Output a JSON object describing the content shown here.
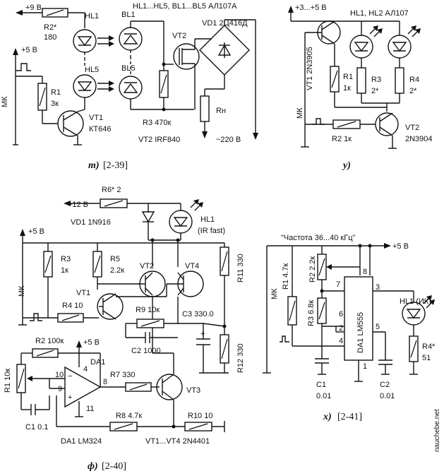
{
  "t": {
    "caption": "т)",
    "ref": "[2-39]",
    "vplus9": "+9 В",
    "vplus5": "+5 В",
    "r2": "R2*",
    "r2v": "180",
    "hl1": "HL1",
    "hl5": "HL5",
    "bl1": "BL1",
    "bl5": "BL5",
    "list": "HL1...HL5, BL1...BL5 АЛ107А",
    "mk": "МК",
    "r1": "R1",
    "r1v": "3к",
    "vt1": "VT1",
    "vt1v": "КТ646",
    "r3": "R3 470к",
    "vt2": "VT2",
    "vt2v": "VT2 IRF840",
    "vd1": "VD1 2Ц416Д",
    "rn": "Rн",
    "v220": "~220 В"
  },
  "u": {
    "caption": "у)",
    "vplus": "+3...+5 В",
    "hl": "HL1, HL2 АЛ107",
    "vt1": "VT1 2N3905",
    "r1": "R1",
    "r1v": "1к",
    "r3": "R3",
    "r3v": "2*",
    "r4": "R4",
    "r4v": "2*",
    "mk": "МК",
    "r2": "R2 1к",
    "vt2": "VT2",
    "vt2v": "2N3904"
  },
  "f": {
    "caption": "ф)",
    "ref": "[2-40]",
    "v12": "+12 В",
    "r6": "R6* 2",
    "vd1": "VD1 1N916",
    "hl1": "HL1",
    "hl1v": "(IR fast)",
    "v5": "+5 В",
    "r3": "R3",
    "r3v": "1к",
    "r5": "R5",
    "r5v": "2.2к",
    "vt2": "VT2",
    "vt4": "VT4",
    "r11": "R11 330",
    "mk": "МК",
    "vt1": "VT1",
    "r4": "R4 10",
    "r9": "R9 10к",
    "c3": "C3 330.0",
    "c2": "C2 1000",
    "r12": "R12 330",
    "r2": "R2 100к",
    "v5b": "+5 В",
    "da1": "DA1",
    "r1": "R1 10к",
    "p10": "10",
    "p9": "9",
    "p4": "4",
    "p8": "8",
    "p11": "11",
    "r7": "R7 330",
    "vt3": "VT3",
    "c1": "C1 0.1",
    "r8": "R8 4.7к",
    "r10": "R10 10",
    "da1v": "DA1 LM324",
    "vtall": "VT1...VT4 2N4401"
  },
  "x": {
    "caption": "х)",
    "ref": "[2-41]",
    "freq": "\"Частота 36...40 кГц\"",
    "v5": "+5 В",
    "r1": "R1 4.7к",
    "r2": "R2 2.2к",
    "r3": "R3 6.8к",
    "p8": "8",
    "p7": "7",
    "p6": "6",
    "p2": "2",
    "p4": "4",
    "p3": "3",
    "p5": "5",
    "p1": "1",
    "da1": "DA1 LM555",
    "hl1": "HL1 (ИК)",
    "r4": "R4*",
    "r4v": "51",
    "mk": "МК",
    "c1": "C1",
    "c1v": "0.01",
    "c2": "C2",
    "c2v": "0.01"
  },
  "watermark": "nauchebe.net"
}
